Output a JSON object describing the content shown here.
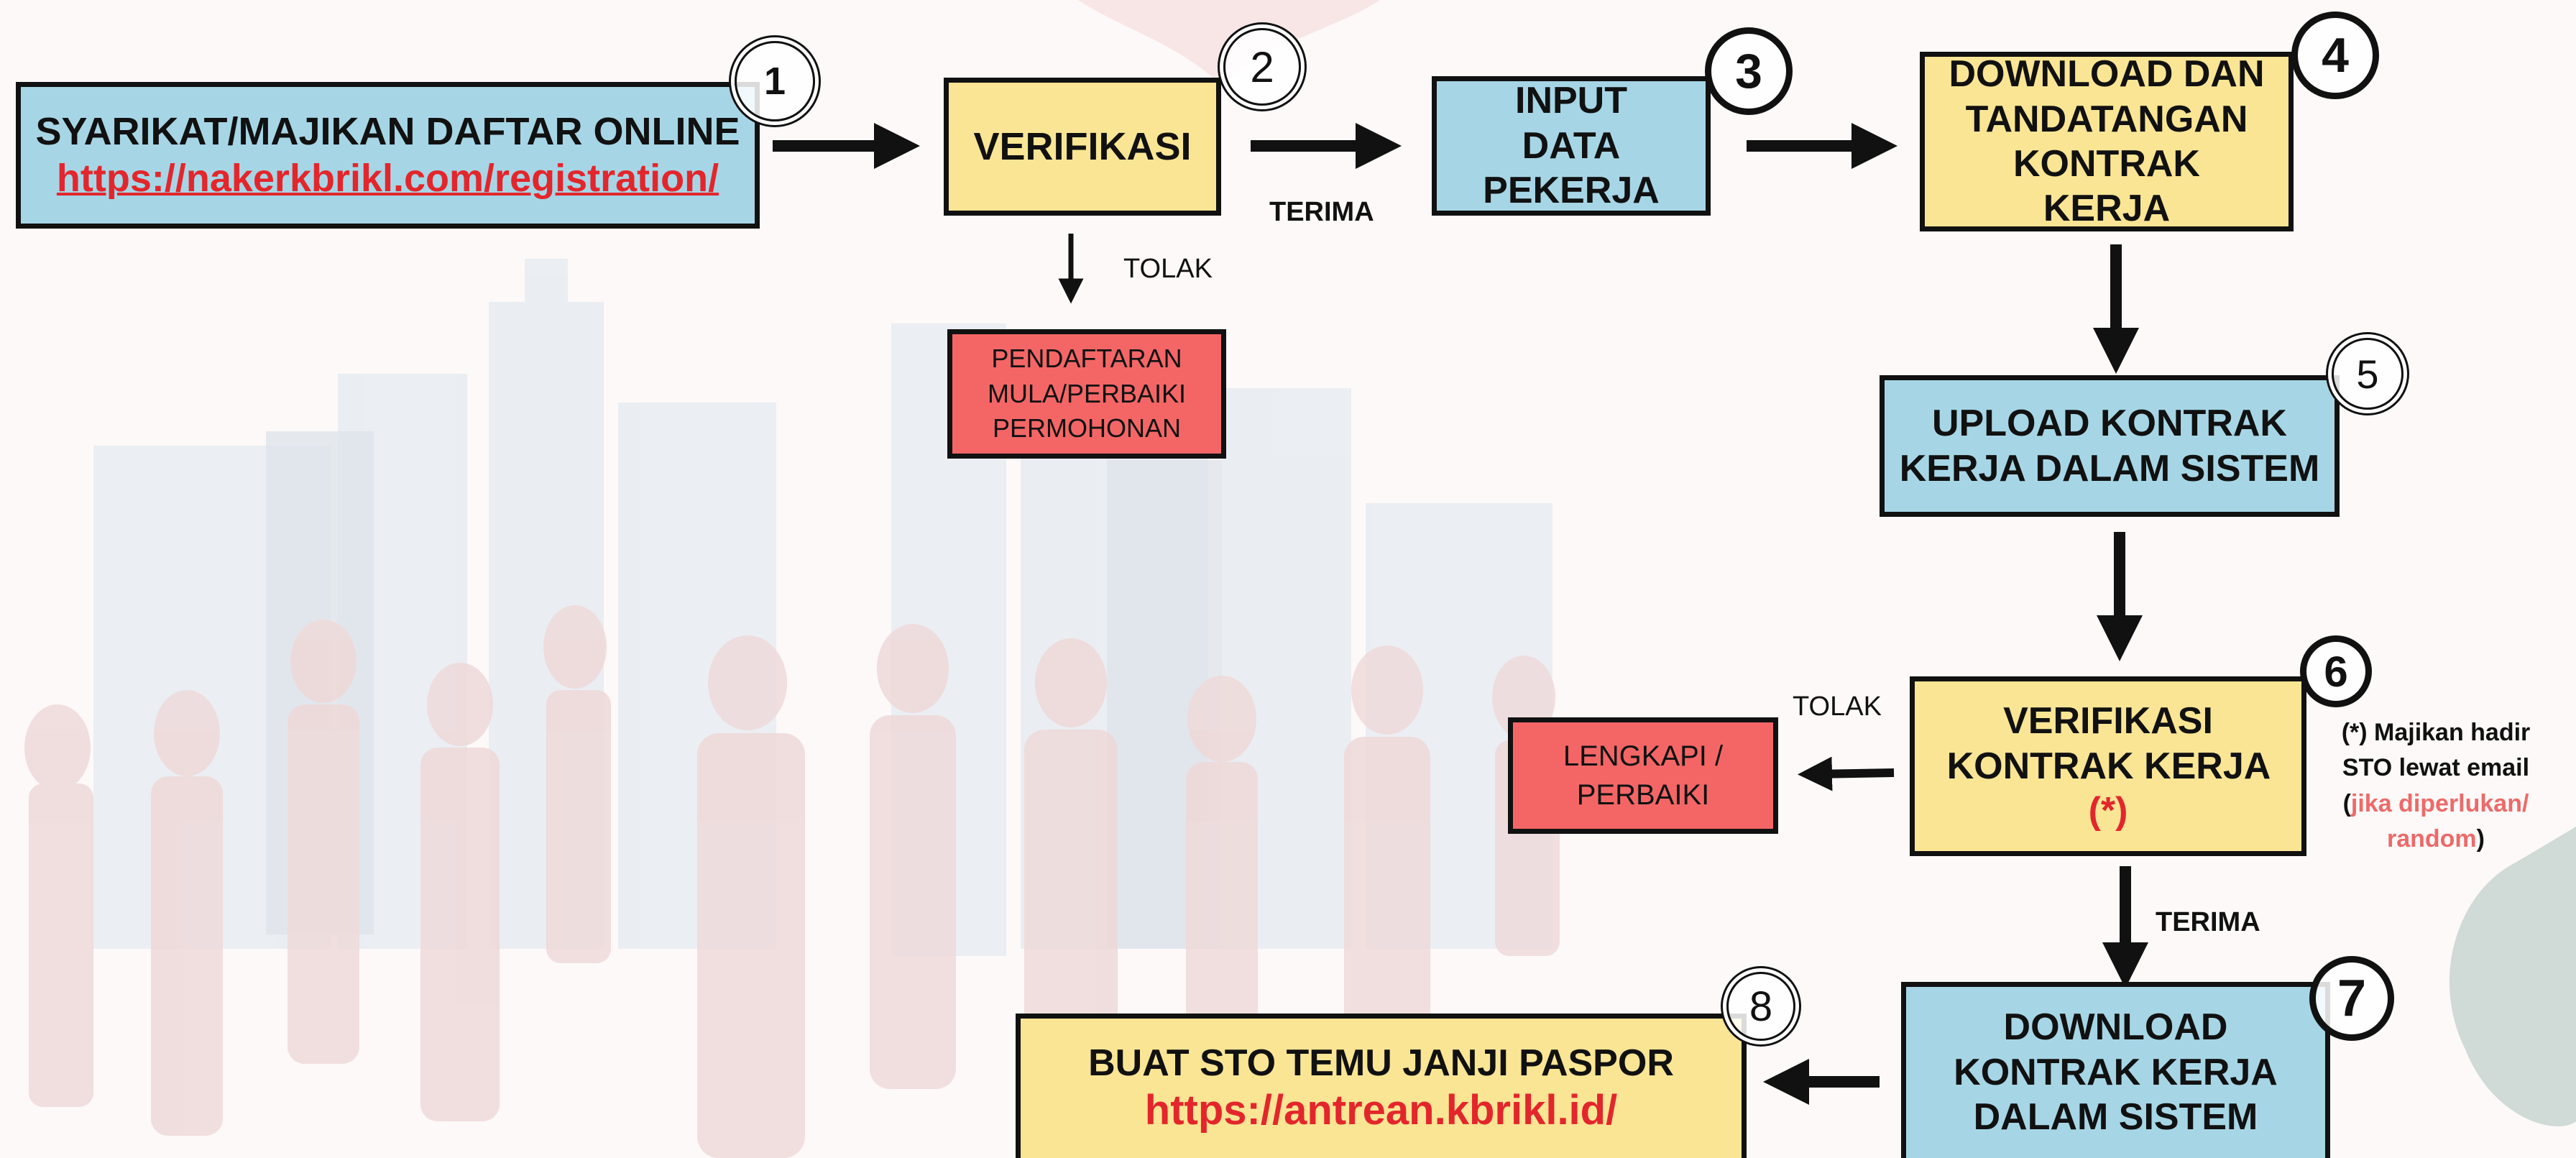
{
  "diagram": {
    "nodes": {
      "step1": {
        "line1": "SYARIKAT/MAJIKAN DAFTAR ONLINE",
        "link": "https://nakerkbrikl.com/registration/"
      },
      "verify1": {
        "label": "VERIFIKASI"
      },
      "reject1": {
        "label": "PENDAFTARAN MULA/PERBAIKI PERMOHONAN"
      },
      "step3": {
        "label": "INPUT DATA PEKERJA"
      },
      "step4": {
        "label": "DOWNLOAD DAN TANDATANGAN KONTRAK KERJA"
      },
      "step5": {
        "label": "UPLOAD KONTRAK KERJA DALAM SISTEM"
      },
      "step6": {
        "label": "VERIFIKASI KONTRAK KERJA",
        "marker": "(*)"
      },
      "reject6": {
        "label": "LENGKAPI / PERBAIKI"
      },
      "step7": {
        "label": "DOWNLOAD KONTRAK KERJA DALAM SISTEM"
      },
      "step8": {
        "line1": "BUAT STO TEMU JANJI PASPOR",
        "link": "https://antrean.kbrikl.id/"
      }
    },
    "badges": [
      "1",
      "2",
      "3",
      "4",
      "5",
      "6",
      "7",
      "8"
    ],
    "edge_labels": {
      "terima1": "TERIMA",
      "tolak1": "TOLAK",
      "tolak2": "TOLAK",
      "terima2": "TERIMA"
    },
    "note": {
      "part1": "(*) Majikan hadir STO lewat email (",
      "highlight": "jika diperlukan/ random",
      "part2": ")"
    }
  },
  "colors": {
    "blue": "#a6d6e6",
    "yellow": "#f9e594",
    "red": "#f46666",
    "link": "#e3262c",
    "note_highlight": "#ec6a6a"
  }
}
